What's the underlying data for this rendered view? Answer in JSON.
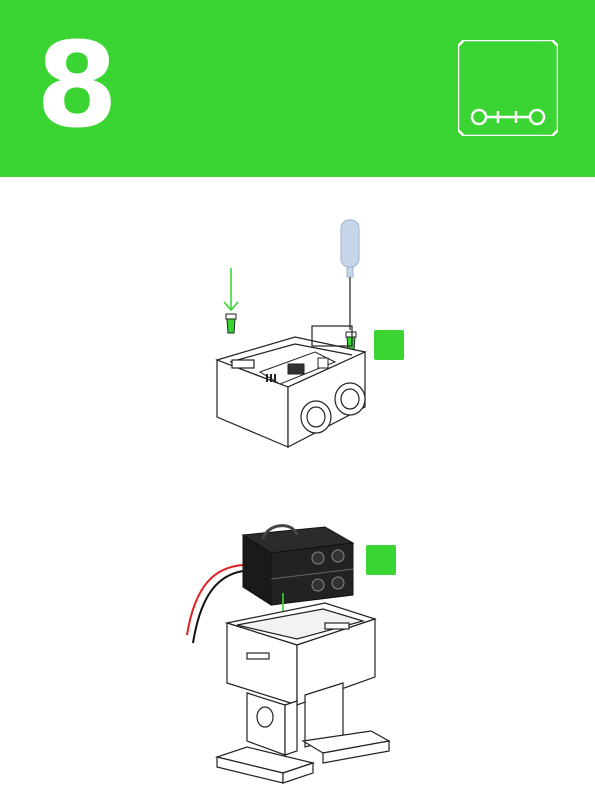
{
  "step": {
    "number": "8"
  },
  "logo": {
    "text": "o++o",
    "icon": "otto-robot-logo"
  },
  "colors": {
    "accent_green": "#3bd533",
    "white": "#ffffff",
    "outline": "#222222",
    "screwdriver_handle": "#c7d7ea",
    "wire_red": "#e02020",
    "wire_black": "#111111"
  },
  "figures": [
    {
      "name": "screw-into-board-head",
      "icon": "screwdriver-icon"
    },
    {
      "name": "battery-holder-into-body",
      "icon": "battery-holder-icon"
    }
  ]
}
